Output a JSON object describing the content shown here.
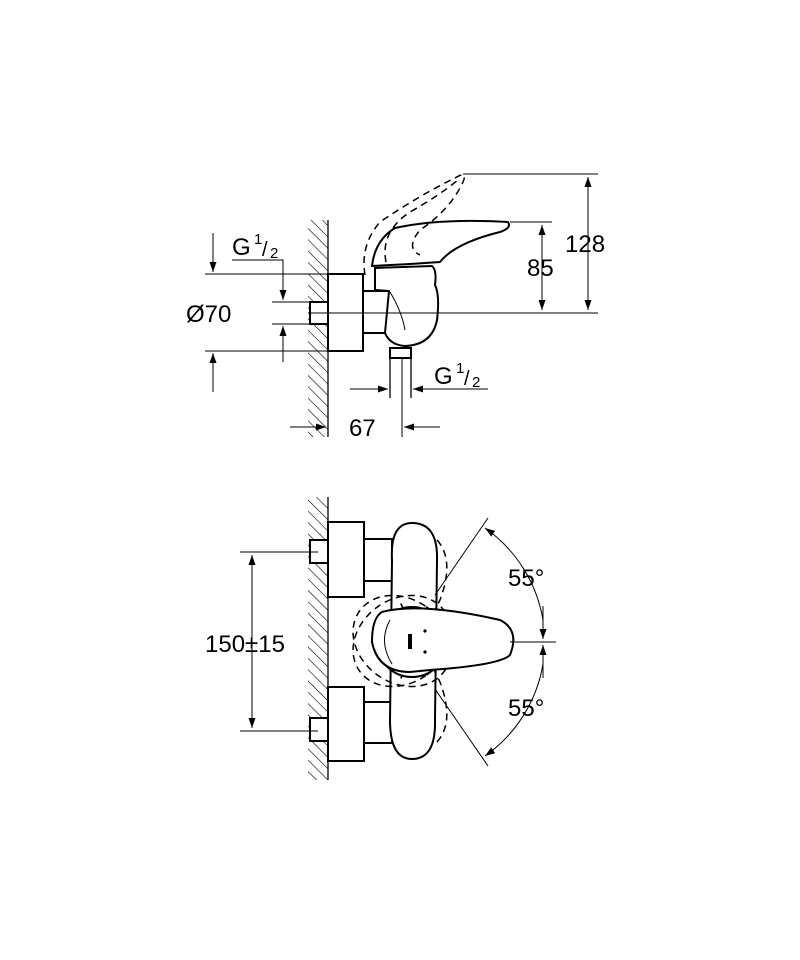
{
  "side_view": {
    "dim_height_handle": "85",
    "dim_height_lifted": "128",
    "dim_rosette_diameter": "Ø70",
    "dim_projection": "67",
    "inlet_thread": {
      "g": "G",
      "num": "1",
      "slash": "/",
      "den": "2"
    },
    "outlet_thread": {
      "g": "G",
      "num": "1",
      "slash": "/",
      "den": "2"
    }
  },
  "front_view": {
    "dim_centres": "150±15",
    "angle_up": "55°",
    "angle_down": "55°"
  }
}
